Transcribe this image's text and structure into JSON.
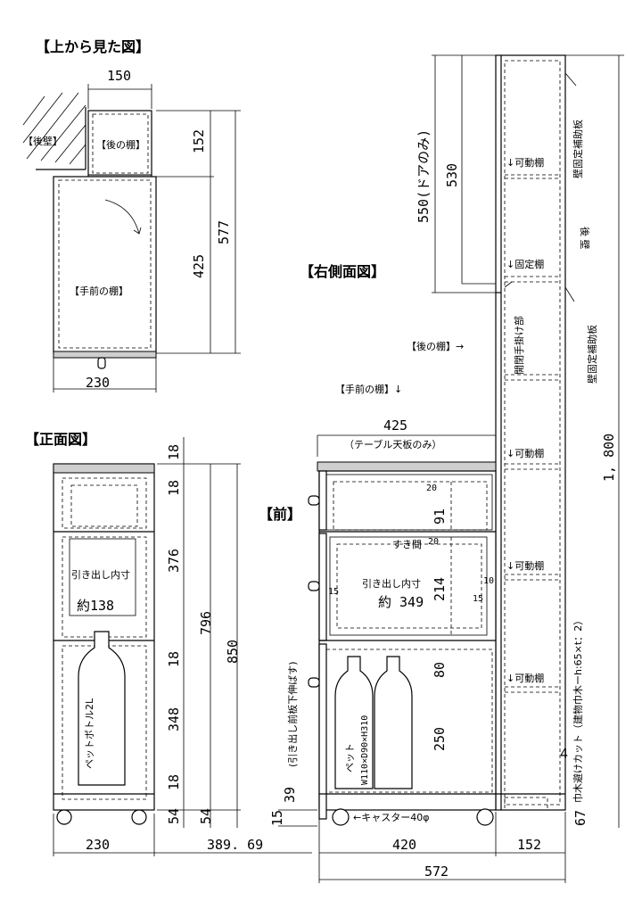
{
  "titles": {
    "top_view": "【上から見た図】",
    "front_view": "【正面図】",
    "right_side_view": "【右側面図】",
    "front": "【前】"
  },
  "labels": {
    "back_wall_top": "【後壁】",
    "back_shelf_top": "【後の棚】",
    "front_shelf_top": "【手前の棚】",
    "drawer_inner": "引き出し内寸",
    "drawer_inner_value": "約138",
    "pet_bottle": "ペットボトル2L",
    "table_top_only": "（テーブル天板のみ）",
    "gap": "すき間",
    "drawer_inner_side": "引き出し内寸",
    "drawer_inner_side_value": "約 349",
    "pet_side": "ペット",
    "pet_size": "W110×D90×H310",
    "caster": "←キャスター40φ",
    "drawer_front_ext": "(引き出し前板下伸ばす)",
    "back_shelf_arrow": "【後の棚】→",
    "front_shelf_arrow": "【手前の棚】↓",
    "movable_shelf": "↓可動棚",
    "fixed_shelf": "↓固定棚",
    "wall_fix_aux_1": "壁固定補助板",
    "wall_fix_aux_2": "壁固定補助板",
    "back_wall_side": "後 壁",
    "open_handle": "開閉手掛け部",
    "baseboard_cut": "巾木避けカット（建物巾木ーh:65×t：2）",
    "door_only_550": "550(ドアのみ)"
  },
  "dimensions": {
    "top_150": "150",
    "top_152": "152",
    "top_425": "425",
    "top_577": "577",
    "top_230": "230",
    "front_18a": "18",
    "front_18b": "18",
    "front_376": "376",
    "front_18c": "18",
    "front_348": "348",
    "front_18d": "18",
    "front_54a": "54",
    "front_54b": "54",
    "front_796": "796",
    "front_850": "850",
    "front_230": "230",
    "front_389": "389. 69",
    "side_425": "425",
    "side_20a": "20",
    "side_91": "91",
    "side_20b": "20",
    "side_214": "214",
    "side_10": "10",
    "side_15a": "15",
    "side_15b": "15",
    "side_80": "80",
    "side_250": "250",
    "side_39": "39",
    "side_15c": "15",
    "side_420": "420",
    "side_152": "152",
    "side_572": "572",
    "side_530": "530",
    "side_1800": "1, 800",
    "side_4": "4",
    "side_67": "67"
  }
}
